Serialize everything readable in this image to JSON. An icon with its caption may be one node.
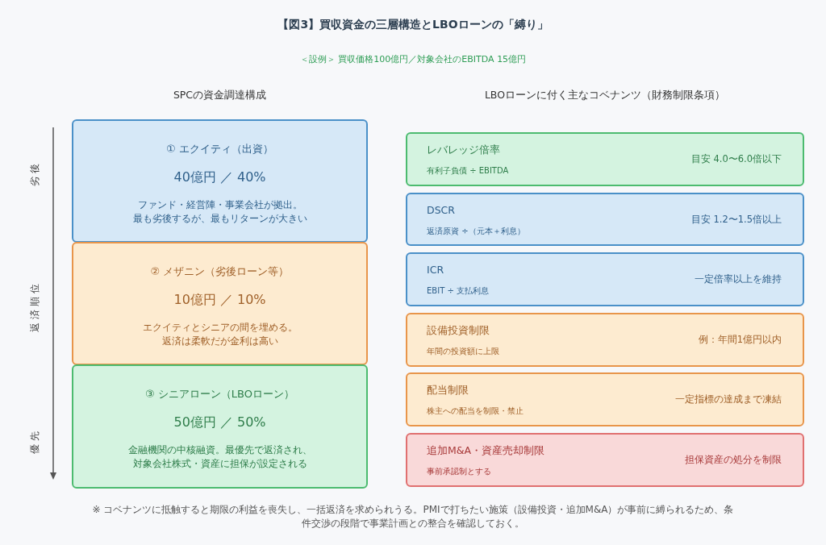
{
  "diagram": {
    "title": "【図3】買収資金の三層構造とLBOローンの「縛り」",
    "caption": "※ コベナンツに抵触すると期限の利益を喪失し、一括返済を求められうる。PMIで打ちたい施策（設備投資・追加M&A）が事前に縛られるため、条件交渉の段階で事業計画との整合を確認しておく。",
    "nodes": [
      {
        "text": [
          "① エクイティ（出資）",
          "40億円 ／ 40%",
          "ファンド・経営陣・事業会社が拠出。最も劣後するが、最もリターンが大きい"
        ]
      },
      {
        "text": [
          "② メザニン（劣後ローン等）",
          "10億円 ／ 10%",
          "エクイティとシニアの間を埋める。返済は柔軟だが金利は高い"
        ]
      },
      {
        "text": [
          "③ シニアローン（LBOローン）",
          "50億円 ／ 50%",
          "金融機関の中核融資。最優先で返済され、対象会社株式・資産に担保が設定される"
        ]
      },
      {
        "text": [
          "レバレッジ倍率",
          "有利子負債 ÷ EBITDA",
          "目安 4.0〜6.0倍以下"
        ]
      },
      {
        "text": [
          "DSCR",
          "返済原資 ÷（元本＋利息）",
          "目安 1.2〜1.5倍以上"
        ]
      },
      {
        "text": [
          "ICR",
          "EBIT ÷ 支払利息",
          "一定倍率以上を維持"
        ]
      },
      {
        "text": [
          "設備投資制限",
          "年間の投資額に上限",
          "例：年間1億円以内"
        ]
      },
      {
        "text": [
          "配当制限",
          "株主への配当を制限・禁止",
          "一定指標の達成まで凍結"
        ]
      },
      {
        "text": [
          "追加M&A・資産売却制限",
          "事前承認制とする",
          "担保資産の処分を制限"
        ]
      }
    ],
    "labels": [
      "＜設例＞ 買収価格100億円／対象会社のEBITDA 15億円",
      "SPCの資金調達構成",
      "LBOローンに付く主なコベナンツ（財務制限条項）",
      "劣後",
      "返済順位",
      "優先"
    ]
  }
}
